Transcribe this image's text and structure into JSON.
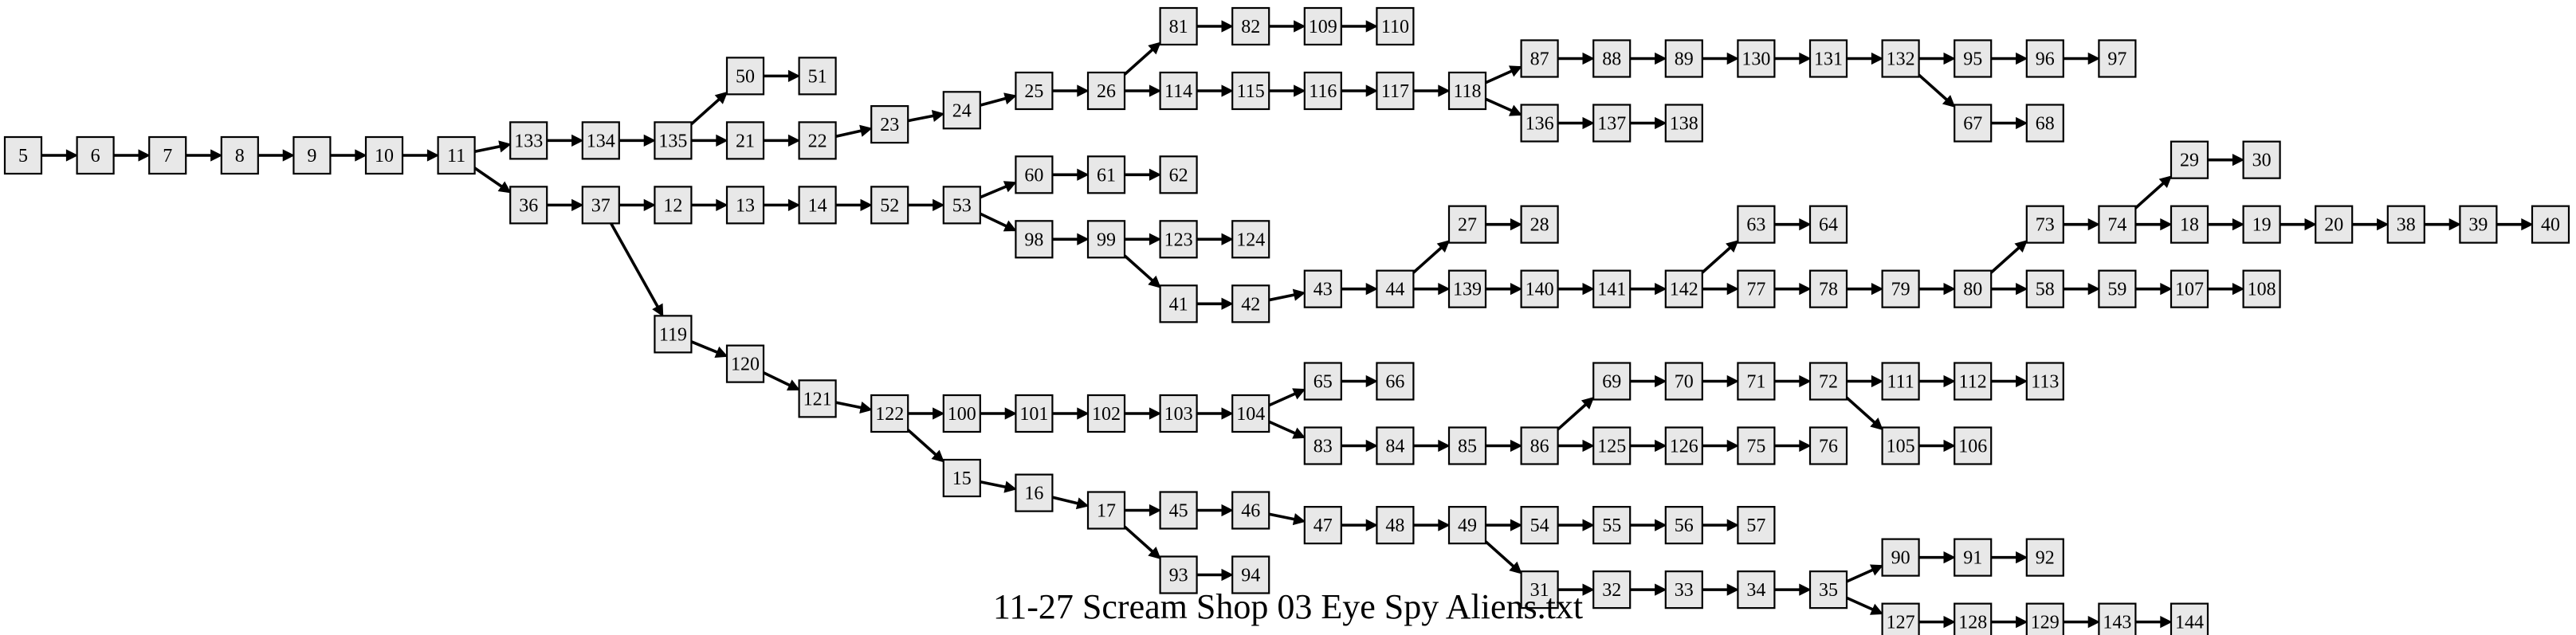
{
  "title": "11-27 Scream Shop 03 Eye Spy Aliens.txt",
  "nodes": [
    {
      "id": "5",
      "row": 2,
      "col": 0
    },
    {
      "id": "6",
      "row": 2,
      "col": 1
    },
    {
      "id": "7",
      "row": 2,
      "col": 2
    },
    {
      "id": "8",
      "row": 2,
      "col": 3
    },
    {
      "id": "9",
      "row": 2,
      "col": 4
    },
    {
      "id": "10",
      "row": 2,
      "col": 5
    },
    {
      "id": "11",
      "row": 2,
      "col": 6
    },
    {
      "id": "133",
      "row": 1.77,
      "col": 7
    },
    {
      "id": "36",
      "row": 2.77,
      "col": 7
    },
    {
      "id": "134",
      "row": 1.77,
      "col": 8
    },
    {
      "id": "37",
      "row": 2.77,
      "col": 8
    },
    {
      "id": "135",
      "row": 1.77,
      "col": 9
    },
    {
      "id": "12",
      "row": 2.77,
      "col": 9
    },
    {
      "id": "119",
      "row": 4.77,
      "col": 9
    },
    {
      "id": "50",
      "row": 0.77,
      "col": 10
    },
    {
      "id": "21",
      "row": 1.77,
      "col": 10
    },
    {
      "id": "13",
      "row": 2.77,
      "col": 10
    },
    {
      "id": "120",
      "row": 5.23,
      "col": 10
    },
    {
      "id": "51",
      "row": 0.77,
      "col": 11
    },
    {
      "id": "22",
      "row": 1.77,
      "col": 11
    },
    {
      "id": "14",
      "row": 2.77,
      "col": 11
    },
    {
      "id": "121",
      "row": 5.77,
      "col": 11
    },
    {
      "id": "23",
      "row": 1.52,
      "col": 12
    },
    {
      "id": "52",
      "row": 2.77,
      "col": 12
    },
    {
      "id": "122",
      "row": 6,
      "col": 12
    },
    {
      "id": "24",
      "row": 1.3,
      "col": 13
    },
    {
      "id": "53",
      "row": 2.77,
      "col": 13
    },
    {
      "id": "100",
      "row": 6,
      "col": 13
    },
    {
      "id": "15",
      "row": 7,
      "col": 13
    },
    {
      "id": "25",
      "row": 1,
      "col": 14
    },
    {
      "id": "60",
      "row": 2.3,
      "col": 14
    },
    {
      "id": "98",
      "row": 3.3,
      "col": 14
    },
    {
      "id": "101",
      "row": 6,
      "col": 14
    },
    {
      "id": "16",
      "row": 7.23,
      "col": 14
    },
    {
      "id": "26",
      "row": 1,
      "col": 15
    },
    {
      "id": "61",
      "row": 2.3,
      "col": 15
    },
    {
      "id": "99",
      "row": 3.3,
      "col": 15
    },
    {
      "id": "102",
      "row": 6,
      "col": 15
    },
    {
      "id": "17",
      "row": 7.5,
      "col": 15
    },
    {
      "id": "81",
      "row": 0,
      "col": 16
    },
    {
      "id": "114",
      "row": 1,
      "col": 16
    },
    {
      "id": "62",
      "row": 2.3,
      "col": 16
    },
    {
      "id": "123",
      "row": 3.3,
      "col": 16
    },
    {
      "id": "41",
      "row": 4.3,
      "col": 16
    },
    {
      "id": "103",
      "row": 6,
      "col": 16
    },
    {
      "id": "45",
      "row": 7.5,
      "col": 16
    },
    {
      "id": "93",
      "row": 8.5,
      "col": 16
    },
    {
      "id": "82",
      "row": 0,
      "col": 17
    },
    {
      "id": "115",
      "row": 1,
      "col": 17
    },
    {
      "id": "124",
      "row": 3.3,
      "col": 17
    },
    {
      "id": "42",
      "row": 4.3,
      "col": 17
    },
    {
      "id": "104",
      "row": 6,
      "col": 17
    },
    {
      "id": "46",
      "row": 7.5,
      "col": 17
    },
    {
      "id": "94",
      "row": 8.5,
      "col": 17
    },
    {
      "id": "109",
      "row": 0,
      "col": 18
    },
    {
      "id": "116",
      "row": 1,
      "col": 18
    },
    {
      "id": "43",
      "row": 4.07,
      "col": 18
    },
    {
      "id": "65",
      "row": 5.5,
      "col": 18
    },
    {
      "id": "83",
      "row": 6.5,
      "col": 18
    },
    {
      "id": "47",
      "row": 7.73,
      "col": 18
    },
    {
      "id": "110",
      "row": 0,
      "col": 19
    },
    {
      "id": "117",
      "row": 1,
      "col": 19
    },
    {
      "id": "44",
      "row": 4.07,
      "col": 19
    },
    {
      "id": "66",
      "row": 5.5,
      "col": 19
    },
    {
      "id": "84",
      "row": 6.5,
      "col": 19
    },
    {
      "id": "48",
      "row": 7.73,
      "col": 19
    },
    {
      "id": "118",
      "row": 1,
      "col": 20
    },
    {
      "id": "27",
      "row": 3.07,
      "col": 20
    },
    {
      "id": "139",
      "row": 4.07,
      "col": 20
    },
    {
      "id": "85",
      "row": 6.5,
      "col": 20
    },
    {
      "id": "49",
      "row": 7.73,
      "col": 20
    },
    {
      "id": "87",
      "row": 0.5,
      "col": 21
    },
    {
      "id": "136",
      "row": 1.5,
      "col": 21
    },
    {
      "id": "28",
      "row": 3.07,
      "col": 21
    },
    {
      "id": "140",
      "row": 4.07,
      "col": 21
    },
    {
      "id": "86",
      "row": 6.5,
      "col": 21
    },
    {
      "id": "54",
      "row": 7.73,
      "col": 21
    },
    {
      "id": "31",
      "row": 8.73,
      "col": 21
    },
    {
      "id": "88",
      "row": 0.5,
      "col": 22
    },
    {
      "id": "137",
      "row": 1.5,
      "col": 22
    },
    {
      "id": "141",
      "row": 4.07,
      "col": 22
    },
    {
      "id": "69",
      "row": 5.5,
      "col": 22
    },
    {
      "id": "125",
      "row": 6.5,
      "col": 22
    },
    {
      "id": "55",
      "row": 7.73,
      "col": 22
    },
    {
      "id": "32",
      "row": 8.73,
      "col": 22
    },
    {
      "id": "89",
      "row": 0.5,
      "col": 23
    },
    {
      "id": "138",
      "row": 1.5,
      "col": 23
    },
    {
      "id": "142",
      "row": 4.07,
      "col": 23
    },
    {
      "id": "70",
      "row": 5.5,
      "col": 23
    },
    {
      "id": "126",
      "row": 6.5,
      "col": 23
    },
    {
      "id": "56",
      "row": 7.73,
      "col": 23
    },
    {
      "id": "33",
      "row": 8.73,
      "col": 23
    },
    {
      "id": "130",
      "row": 0.5,
      "col": 24
    },
    {
      "id": "63",
      "row": 3.07,
      "col": 24
    },
    {
      "id": "77",
      "row": 4.07,
      "col": 24
    },
    {
      "id": "71",
      "row": 5.5,
      "col": 24
    },
    {
      "id": "75",
      "row": 6.5,
      "col": 24
    },
    {
      "id": "57",
      "row": 7.73,
      "col": 24
    },
    {
      "id": "34",
      "row": 8.73,
      "col": 24
    },
    {
      "id": "131",
      "row": 0.5,
      "col": 25
    },
    {
      "id": "64",
      "row": 3.07,
      "col": 25
    },
    {
      "id": "78",
      "row": 4.07,
      "col": 25
    },
    {
      "id": "72",
      "row": 5.5,
      "col": 25
    },
    {
      "id": "76",
      "row": 6.5,
      "col": 25
    },
    {
      "id": "35",
      "row": 8.73,
      "col": 25
    },
    {
      "id": "132",
      "row": 0.5,
      "col": 26
    },
    {
      "id": "79",
      "row": 4.07,
      "col": 26
    },
    {
      "id": "111",
      "row": 5.5,
      "col": 26
    },
    {
      "id": "105",
      "row": 6.5,
      "col": 26
    },
    {
      "id": "90",
      "row": 8.23,
      "col": 26
    },
    {
      "id": "127",
      "row": 9.23,
      "col": 26
    },
    {
      "id": "95",
      "row": 0.5,
      "col": 27
    },
    {
      "id": "67",
      "row": 1.5,
      "col": 27
    },
    {
      "id": "80",
      "row": 4.07,
      "col": 27
    },
    {
      "id": "112",
      "row": 5.5,
      "col": 27
    },
    {
      "id": "106",
      "row": 6.5,
      "col": 27
    },
    {
      "id": "91",
      "row": 8.23,
      "col": 27
    },
    {
      "id": "128",
      "row": 9.23,
      "col": 27
    },
    {
      "id": "96",
      "row": 0.5,
      "col": 28
    },
    {
      "id": "68",
      "row": 1.5,
      "col": 28
    },
    {
      "id": "73",
      "row": 3.07,
      "col": 28
    },
    {
      "id": "58",
      "row": 4.07,
      "col": 28
    },
    {
      "id": "113",
      "row": 5.5,
      "col": 28
    },
    {
      "id": "92",
      "row": 8.23,
      "col": 28
    },
    {
      "id": "129",
      "row": 9.23,
      "col": 28
    },
    {
      "id": "97",
      "row": 0.5,
      "col": 29
    },
    {
      "id": "74",
      "row": 3.07,
      "col": 29
    },
    {
      "id": "59",
      "row": 4.07,
      "col": 29
    },
    {
      "id": "143",
      "row": 9.23,
      "col": 29
    },
    {
      "id": "29",
      "row": 2.07,
      "col": 30
    },
    {
      "id": "18",
      "row": 3.07,
      "col": 30
    },
    {
      "id": "107",
      "row": 4.07,
      "col": 30
    },
    {
      "id": "144",
      "row": 9.23,
      "col": 30
    },
    {
      "id": "30",
      "row": 2.07,
      "col": 31
    },
    {
      "id": "19",
      "row": 3.07,
      "col": 31
    },
    {
      "id": "108",
      "row": 4.07,
      "col": 31
    },
    {
      "id": "20",
      "row": 3.07,
      "col": 32
    },
    {
      "id": "38",
      "row": 3.07,
      "col": 33
    },
    {
      "id": "39",
      "row": 3.07,
      "col": 34
    },
    {
      "id": "40",
      "row": 3.07,
      "col": 35
    }
  ],
  "edges": [
    [
      "5",
      "6"
    ],
    [
      "6",
      "7"
    ],
    [
      "7",
      "8"
    ],
    [
      "8",
      "9"
    ],
    [
      "9",
      "10"
    ],
    [
      "10",
      "11"
    ],
    [
      "11",
      "133"
    ],
    [
      "11",
      "36"
    ],
    [
      "133",
      "134"
    ],
    [
      "134",
      "135"
    ],
    [
      "135",
      "50"
    ],
    [
      "135",
      "21"
    ],
    [
      "50",
      "51"
    ],
    [
      "21",
      "22"
    ],
    [
      "22",
      "23"
    ],
    [
      "23",
      "24"
    ],
    [
      "24",
      "25"
    ],
    [
      "25",
      "26"
    ],
    [
      "26",
      "81"
    ],
    [
      "26",
      "114"
    ],
    [
      "81",
      "82"
    ],
    [
      "82",
      "109"
    ],
    [
      "109",
      "110"
    ],
    [
      "114",
      "115"
    ],
    [
      "115",
      "116"
    ],
    [
      "116",
      "117"
    ],
    [
      "117",
      "118"
    ],
    [
      "118",
      "87"
    ],
    [
      "118",
      "136"
    ],
    [
      "87",
      "88"
    ],
    [
      "88",
      "89"
    ],
    [
      "89",
      "130"
    ],
    [
      "130",
      "131"
    ],
    [
      "131",
      "132"
    ],
    [
      "132",
      "95"
    ],
    [
      "132",
      "67"
    ],
    [
      "95",
      "96"
    ],
    [
      "96",
      "97"
    ],
    [
      "67",
      "68"
    ],
    [
      "136",
      "137"
    ],
    [
      "137",
      "138"
    ],
    [
      "36",
      "37"
    ],
    [
      "37",
      "12"
    ],
    [
      "37",
      "119"
    ],
    [
      "12",
      "13"
    ],
    [
      "13",
      "14"
    ],
    [
      "14",
      "52"
    ],
    [
      "52",
      "53"
    ],
    [
      "53",
      "60"
    ],
    [
      "53",
      "98"
    ],
    [
      "60",
      "61"
    ],
    [
      "61",
      "62"
    ],
    [
      "98",
      "99"
    ],
    [
      "99",
      "123"
    ],
    [
      "99",
      "41"
    ],
    [
      "123",
      "124"
    ],
    [
      "41",
      "42"
    ],
    [
      "42",
      "43"
    ],
    [
      "43",
      "44"
    ],
    [
      "44",
      "27"
    ],
    [
      "44",
      "139"
    ],
    [
      "27",
      "28"
    ],
    [
      "139",
      "140"
    ],
    [
      "140",
      "141"
    ],
    [
      "141",
      "142"
    ],
    [
      "142",
      "63"
    ],
    [
      "142",
      "77"
    ],
    [
      "63",
      "64"
    ],
    [
      "77",
      "78"
    ],
    [
      "78",
      "79"
    ],
    [
      "79",
      "80"
    ],
    [
      "80",
      "73"
    ],
    [
      "80",
      "58"
    ],
    [
      "73",
      "74"
    ],
    [
      "74",
      "29"
    ],
    [
      "74",
      "18"
    ],
    [
      "29",
      "30"
    ],
    [
      "18",
      "19"
    ],
    [
      "19",
      "20"
    ],
    [
      "20",
      "38"
    ],
    [
      "38",
      "39"
    ],
    [
      "39",
      "40"
    ],
    [
      "58",
      "59"
    ],
    [
      "59",
      "107"
    ],
    [
      "107",
      "108"
    ],
    [
      "119",
      "120"
    ],
    [
      "120",
      "121"
    ],
    [
      "121",
      "122"
    ],
    [
      "122",
      "100"
    ],
    [
      "122",
      "15"
    ],
    [
      "100",
      "101"
    ],
    [
      "101",
      "102"
    ],
    [
      "102",
      "103"
    ],
    [
      "103",
      "104"
    ],
    [
      "104",
      "65"
    ],
    [
      "104",
      "83"
    ],
    [
      "65",
      "66"
    ],
    [
      "83",
      "84"
    ],
    [
      "84",
      "85"
    ],
    [
      "85",
      "86"
    ],
    [
      "86",
      "69"
    ],
    [
      "86",
      "125"
    ],
    [
      "69",
      "70"
    ],
    [
      "70",
      "71"
    ],
    [
      "71",
      "72"
    ],
    [
      "72",
      "111"
    ],
    [
      "72",
      "105"
    ],
    [
      "111",
      "112"
    ],
    [
      "112",
      "113"
    ],
    [
      "105",
      "106"
    ],
    [
      "125",
      "126"
    ],
    [
      "126",
      "75"
    ],
    [
      "75",
      "76"
    ],
    [
      "15",
      "16"
    ],
    [
      "16",
      "17"
    ],
    [
      "17",
      "45"
    ],
    [
      "17",
      "93"
    ],
    [
      "45",
      "46"
    ],
    [
      "46",
      "47"
    ],
    [
      "47",
      "48"
    ],
    [
      "48",
      "49"
    ],
    [
      "49",
      "54"
    ],
    [
      "49",
      "31"
    ],
    [
      "54",
      "55"
    ],
    [
      "55",
      "56"
    ],
    [
      "56",
      "57"
    ],
    [
      "31",
      "32"
    ],
    [
      "32",
      "33"
    ],
    [
      "33",
      "34"
    ],
    [
      "34",
      "35"
    ],
    [
      "35",
      "90"
    ],
    [
      "35",
      "127"
    ],
    [
      "90",
      "91"
    ],
    [
      "91",
      "92"
    ],
    [
      "127",
      "128"
    ],
    [
      "128",
      "129"
    ],
    [
      "129",
      "143"
    ],
    [
      "143",
      "144"
    ],
    [
      "93",
      "94"
    ]
  ]
}
